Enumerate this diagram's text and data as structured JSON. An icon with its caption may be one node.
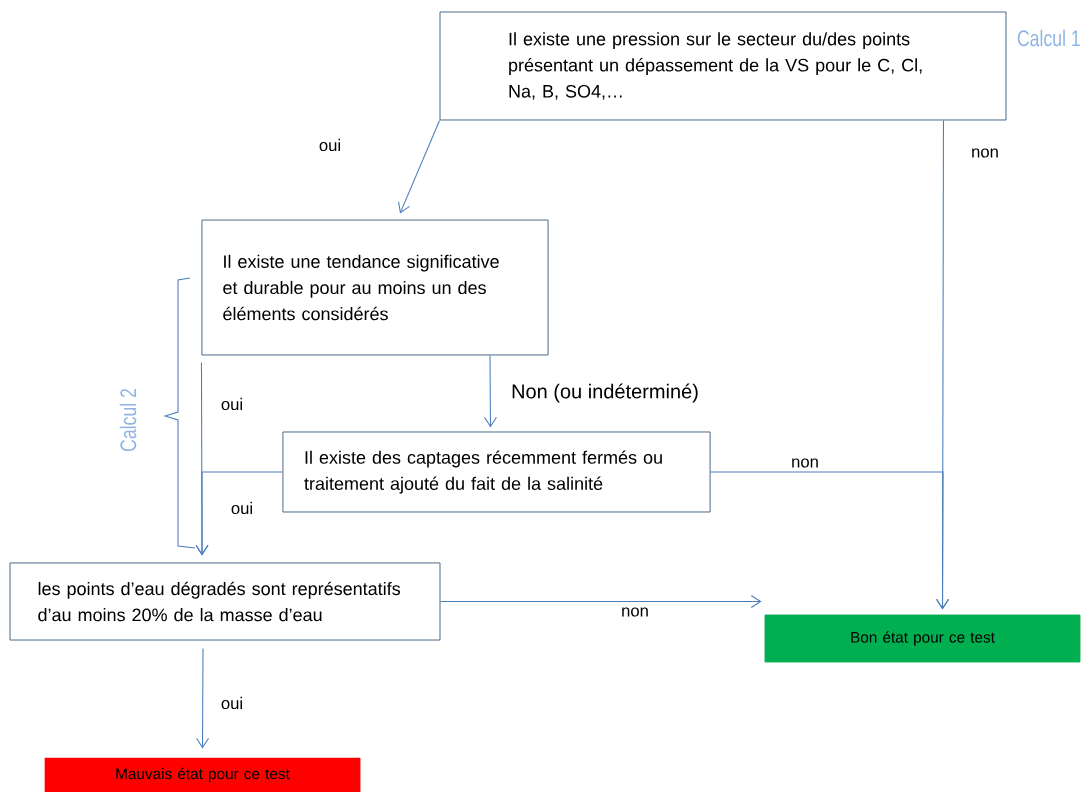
{
  "diagram": {
    "nodes": [
      {
        "text": [
          "Il existe une pression sur le secteur du/des points présentant un dépassement de la VS pour le C, Cl, Na, B, SO4,…"
        ]
      },
      {
        "text": [
          "Il existe une tendance significative et durable pour au moins un des éléments considérés"
        ]
      },
      {
        "text": [
          "Il existe des captages récemment fermés ou traitement ajouté du fait de la salinité"
        ]
      },
      {
        "text": [
          "les points d’eau dégradés sont représentatifs d’au moins 20% de la masse d’eau"
        ]
      },
      {
        "text": [
          "Bon état pour ce test"
        ]
      },
      {
        "text": [
          "Mauvais état pour ce test"
        ]
      }
    ],
    "edges": [
      {
        "from": 0,
        "to": 1,
        "arrow": "to",
        "label": "oui"
      },
      {
        "from": 0,
        "to": 4,
        "arrow": "to",
        "label": "non"
      },
      {
        "from": 1,
        "to": 2,
        "arrow": "to",
        "label": "Non (ou indéterminé)"
      },
      {
        "from": 1,
        "to": 3,
        "arrow": "to",
        "label": "oui"
      },
      {
        "from": 2,
        "to": 3,
        "arrow": "to",
        "label": "oui"
      },
      {
        "from": 2,
        "to": 4,
        "arrow": "to",
        "label": "non"
      },
      {
        "from": 3,
        "to": 4,
        "arrow": "to",
        "label": "non"
      },
      {
        "from": 3,
        "to": 5,
        "arrow": "to",
        "label": "oui"
      }
    ],
    "labels": [
      "Calcul 1",
      "Calcul 2"
    ]
  }
}
